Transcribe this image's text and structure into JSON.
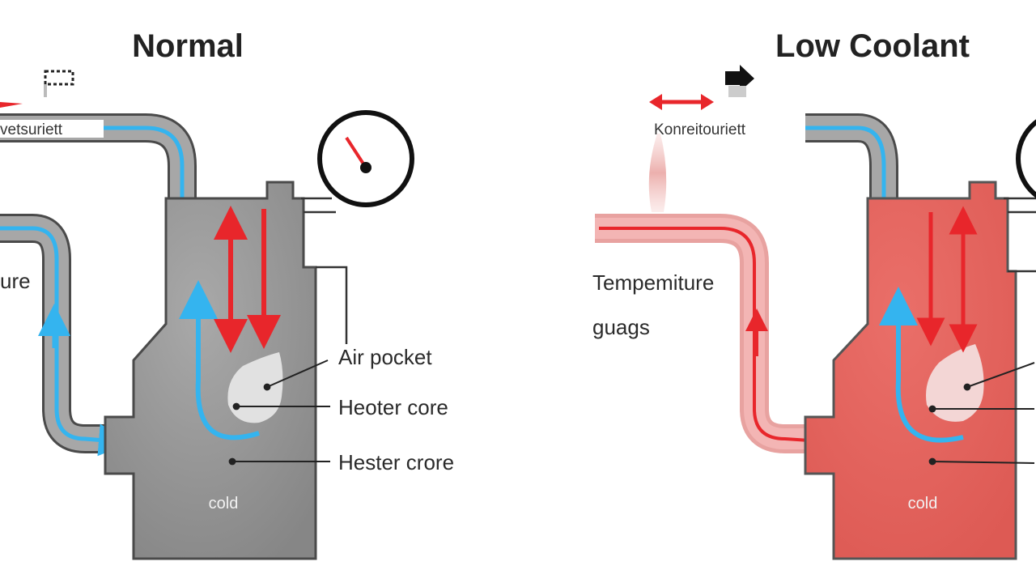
{
  "titles": {
    "left": "Normal",
    "right": "Low Coolant"
  },
  "left_panel": {
    "top_pipe_label": "vetsuriett",
    "side_label": "ure",
    "callouts": [
      "Air pocket",
      "Heoter core",
      "Hester crore"
    ],
    "tank_label": "cold"
  },
  "right_panel": {
    "top_pipe_label": "Konreitouriett",
    "side_label_line1": "Tempemiture",
    "side_label_line2": "guags",
    "tank_label": "cold"
  },
  "colors": {
    "normal_tank": "#8f8f8f",
    "low_coolant_tank": "#e2615b",
    "flow_blue": "#34b4ef",
    "hot_red": "#e8262b",
    "pipe_gray": "#9c9c9c",
    "outline": "#4a4a4a"
  },
  "icons": [
    "gauge-icon",
    "arrow-icon",
    "flag-icon"
  ]
}
